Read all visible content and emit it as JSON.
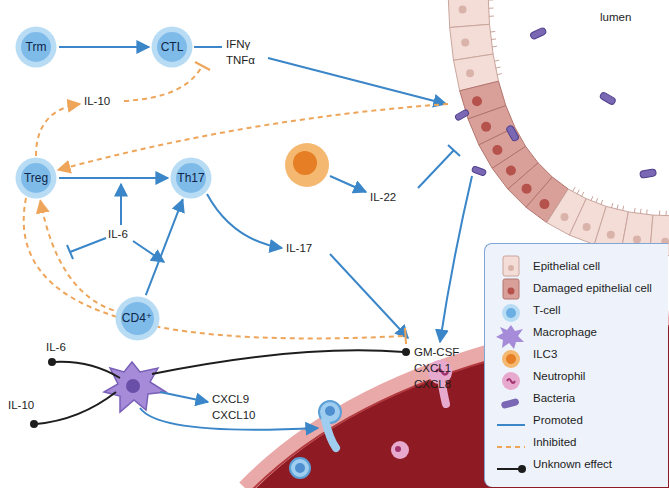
{
  "diagram": {
    "nodes": [
      {
        "text": [
          "Trm"
        ]
      },
      {
        "text": [
          "CTL"
        ]
      },
      {
        "text": [
          "Treg"
        ]
      },
      {
        "text": [
          "Th17"
        ]
      },
      {
        "text": [
          "CD4⁺"
        ]
      }
    ],
    "edges": [
      {
        "from": 0,
        "to": 1,
        "arrow": "to"
      },
      {
        "from": 2,
        "to": 3,
        "arrow": "to"
      },
      {
        "from": 4,
        "to": 3,
        "arrow": "to"
      },
      {
        "from": 4,
        "to": 2,
        "arrow": "to"
      }
    ],
    "labels": [
      "lumen",
      "IFNγ",
      "TNFα",
      "IL-10",
      "IL-22",
      "IL-6",
      "IL-17",
      "GM-CSF",
      "CXCL1",
      "CXCL8",
      "IL-6",
      "IL-10",
      "CXCL9",
      "CXCL10"
    ],
    "legend": [
      {
        "text": "Epithelial cell"
      },
      {
        "text": "Damaged epithelial cell"
      },
      {
        "text": "T-cell"
      },
      {
        "text": "Macrophage"
      },
      {
        "text": "ILC3"
      },
      {
        "text": "Neutrophil"
      },
      {
        "text": "Bacteria"
      },
      {
        "text": "Promoted"
      },
      {
        "text": "Inhibited"
      },
      {
        "text": "Unknown effect"
      }
    ]
  }
}
